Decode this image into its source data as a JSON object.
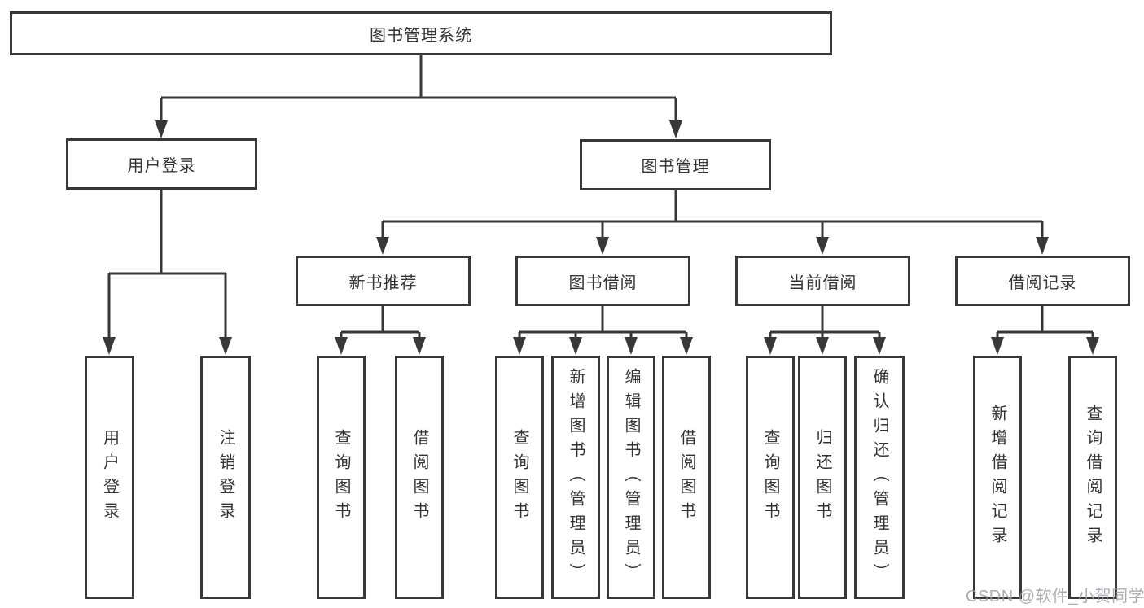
{
  "tree": {
    "root": {
      "label": "图书管理系统"
    },
    "branches": [
      {
        "label": "用户登录",
        "leaves": [
          {
            "label": "用户登录"
          },
          {
            "label": "注销登录"
          }
        ]
      },
      {
        "label": "图书管理",
        "groups": [
          {
            "label": "新书推荐",
            "leaves": [
              {
                "label": "查询图书"
              },
              {
                "label": "借阅图书"
              }
            ]
          },
          {
            "label": "图书借阅",
            "leaves": [
              {
                "label": "查询图书"
              },
              {
                "label": "新增图书（管理员）"
              },
              {
                "label": "编辑图书（管理员）"
              },
              {
                "label": "借阅图书"
              }
            ]
          },
          {
            "label": "当前借阅",
            "leaves": [
              {
                "label": "查询图书"
              },
              {
                "label": "归还图书"
              },
              {
                "label": "确认归还（管理员）"
              }
            ]
          },
          {
            "label": "借阅记录",
            "leaves": [
              {
                "label": "新增借阅记录"
              },
              {
                "label": "查询借阅记录"
              }
            ]
          }
        ]
      }
    ]
  },
  "watermark": {
    "text": "CSDN @软件_小贺同学"
  },
  "colors": {
    "line": "#383838",
    "box_border": "#383838",
    "box_fill": "#ffffff",
    "text": "#333333",
    "watermark": "#969ba1",
    "background": "#ffffff"
  }
}
